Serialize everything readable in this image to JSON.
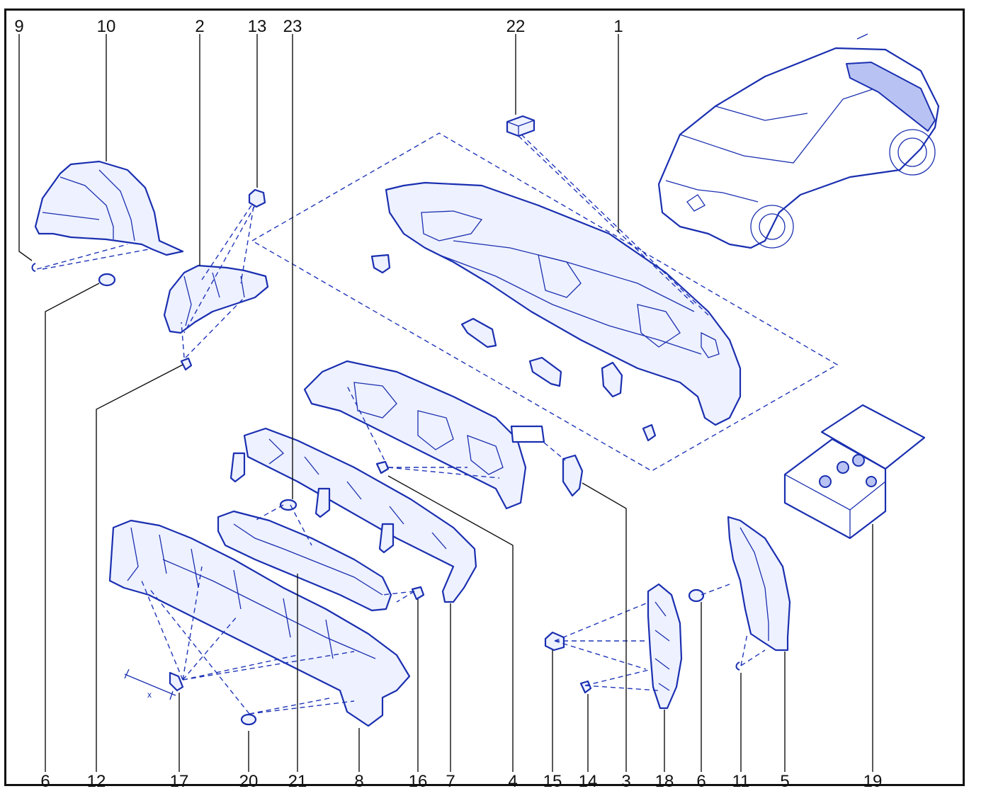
{
  "diagram": {
    "colors": {
      "line": "#1a2fb0",
      "fill": "#eef1ff",
      "label": "#111111",
      "frame": "#111111"
    },
    "top_labels": [
      "9",
      "10",
      "2",
      "13",
      "23",
      "22",
      "1"
    ],
    "bottom_labels": [
      "6",
      "12",
      "17",
      "20",
      "21",
      "8",
      "16",
      "7",
      "4",
      "15",
      "14",
      "3",
      "18",
      "6",
      "11",
      "5",
      "19"
    ],
    "dimension_mark": "x"
  }
}
